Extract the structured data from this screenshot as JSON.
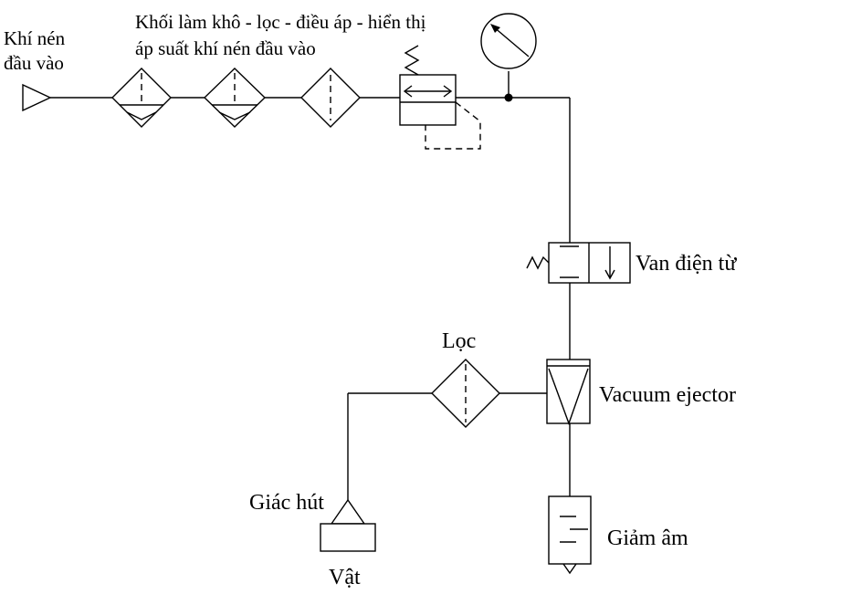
{
  "labels": {
    "inlet_line1": "Khí nén",
    "inlet_line2": "đầu vào",
    "frl_line1": "Khối làm khô - lọc - điều áp - hiển thị",
    "frl_line2": "áp suất khí nén đầu vào",
    "solenoid_valve": "Van điện từ",
    "filter": "Lọc",
    "vacuum_ejector": "Vacuum ejector",
    "suction_cup": "Giác hút",
    "object": "Vật",
    "silencer": "Giảm âm"
  }
}
